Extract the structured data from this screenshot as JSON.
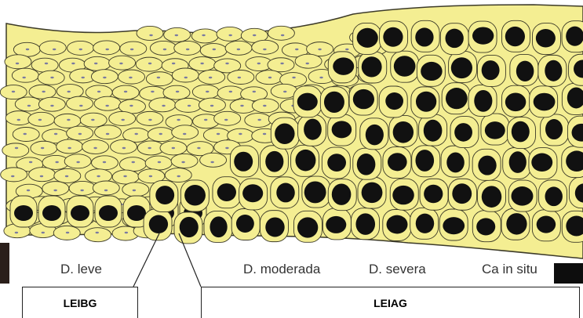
{
  "stages": {
    "mild": "D. leve",
    "moderate": "D. moderada",
    "severe": "D. severa",
    "cis_prefix": "Ca",
    "cis_suffix": "in situ"
  },
  "grades": {
    "low": "LEIBG",
    "high": "LEIAG"
  },
  "colors": {
    "cell_fill": "#F4EE92",
    "cell_outline": "#3C3A28",
    "nucleus": "#111111",
    "small_nucleus": "#7A7AA0"
  }
}
